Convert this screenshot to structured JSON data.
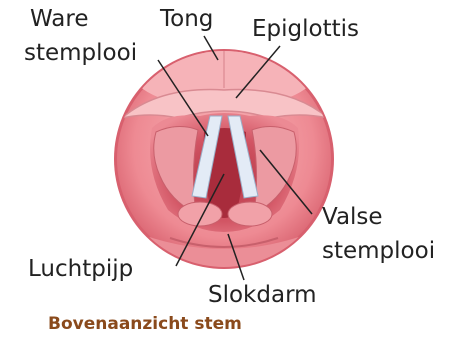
{
  "labels": {
    "ware_stemplooi": [
      "Ware",
      "stemplooi"
    ],
    "tong": "Tong",
    "epiglottis": "Epiglottis",
    "valse_stemplooi": [
      "Valse",
      "stemplooi"
    ],
    "luchtpijp": "Luchtpijp",
    "slokdarm": "Slokdarm"
  },
  "caption": "Bovenaanzicht stem",
  "colors": {
    "tissue_light": "#f4a0a6",
    "tissue_mid": "#e4737c",
    "tissue_dark": "#b83a48",
    "cords": "#dfe6f2",
    "text": "#222222",
    "caption": "#8a4a1c"
  }
}
